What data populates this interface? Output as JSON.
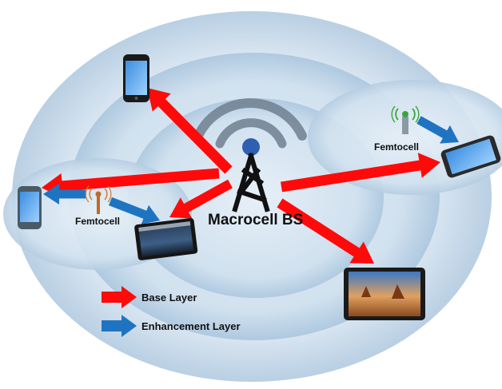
{
  "diagram": {
    "macrocell_label": "Macrocell BS",
    "femtocell_left_label": "Femtocell",
    "femtocell_right_label": "Femtocell",
    "legend": {
      "base_layer_label": "Base Layer",
      "enhancement_layer_label": "Enhancement Layer"
    }
  },
  "colors": {
    "base_layer": "#ff0a0a",
    "enhancement_layer": "#1f74c2",
    "coverage_outer": "#dfeaf4",
    "coverage_ring": "#c9dcec",
    "tower": "#111111",
    "tower_tip": "#2f5fb0",
    "signal_waves": "#6e7f8f",
    "femtocell_left_antenna": "#c0692a",
    "femtocell_right_antenna": "#3aa53a"
  }
}
